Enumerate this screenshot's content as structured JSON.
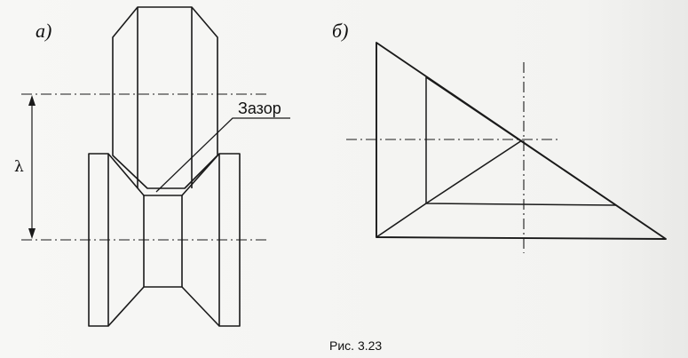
{
  "diagram_a": {
    "label": "а)",
    "lambda_label": "λ",
    "gap_label": "Зазор"
  },
  "diagram_b": {
    "label": "б)"
  },
  "caption": "Рис. 3.23",
  "colors": {
    "ink": "#1a1a1a",
    "paper": "#f4f4f2"
  }
}
